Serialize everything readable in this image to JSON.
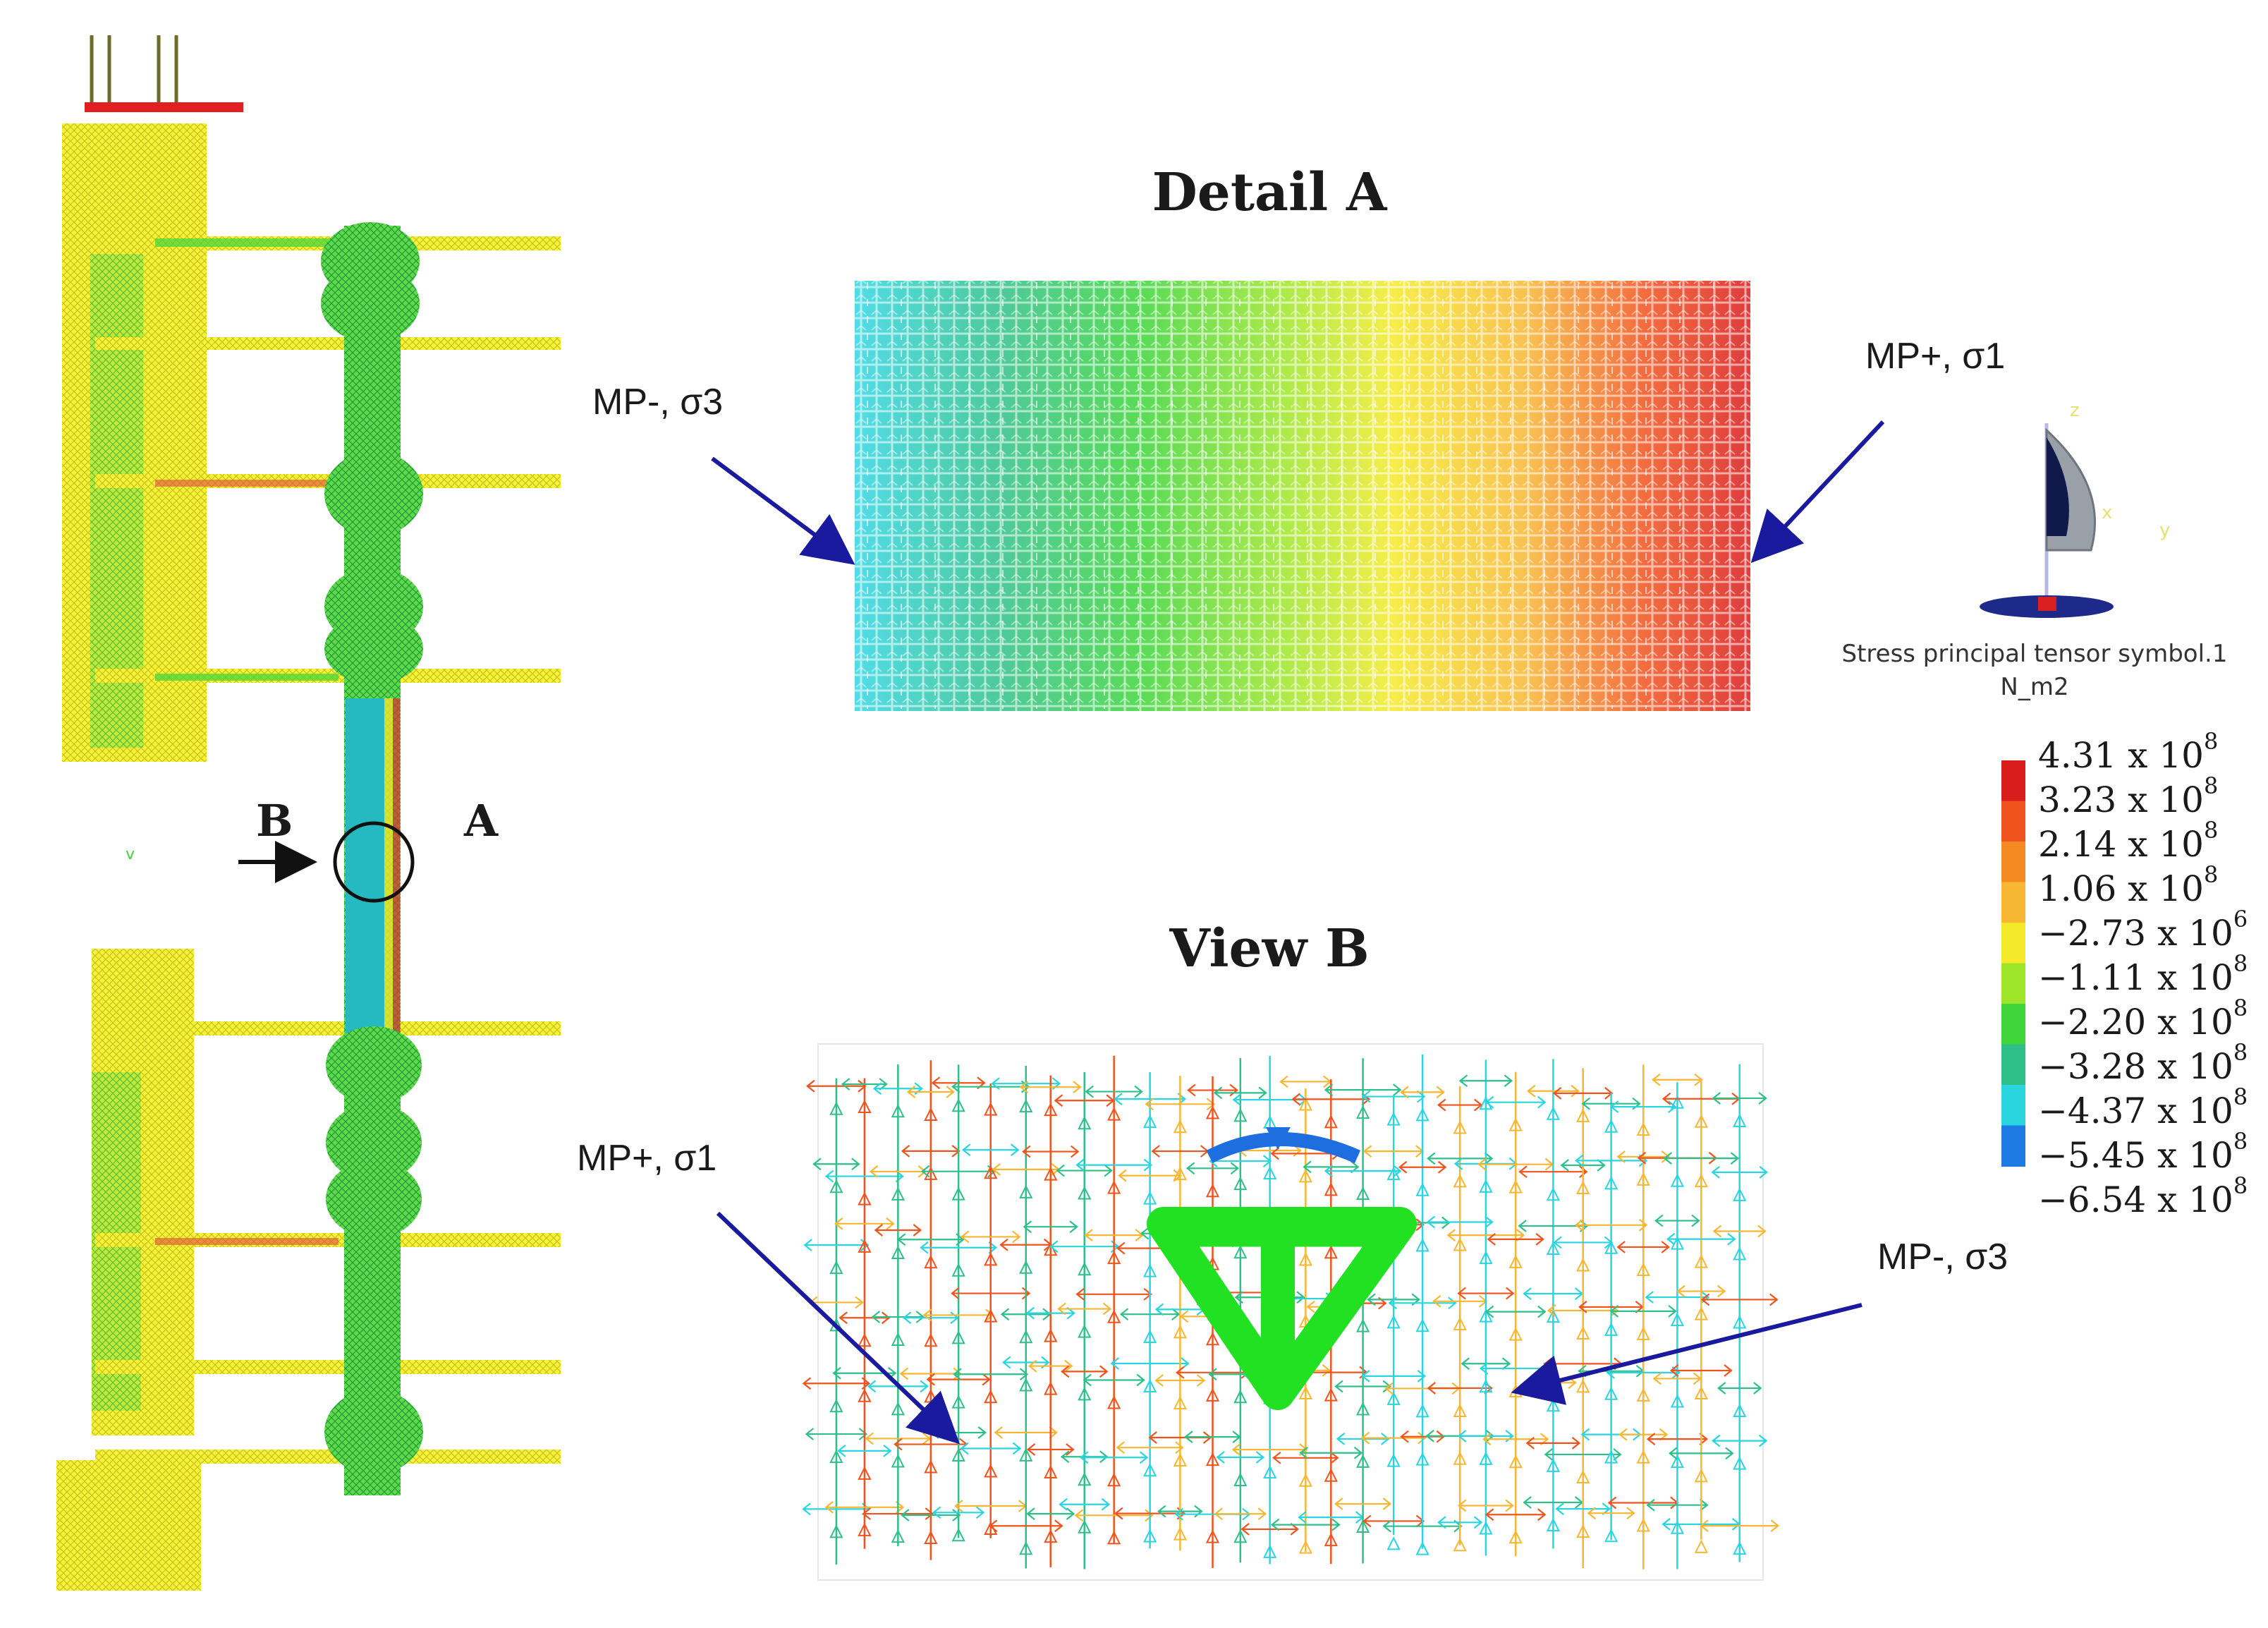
{
  "detail_a": {
    "title": "Detail A",
    "left_label": "MP-, σ3",
    "right_label": "MP+, σ1"
  },
  "view_b": {
    "title": "View B",
    "left_label": "MP+, σ1",
    "right_label": "MP-, σ3"
  },
  "model": {
    "marker_b": "B",
    "marker_a": "A",
    "minor_mark": "v"
  },
  "triad": {
    "axis_z": "z",
    "axis_x": "x",
    "axis_y": "y"
  },
  "legend": {
    "title": "Stress principal tensor symbol.1",
    "unit": "N_m2",
    "entries": [
      {
        "mantissa": "4.31 x 10",
        "exp": "8",
        "color": "#d81b1b"
      },
      {
        "mantissa": "3.23 x 10",
        "exp": "8",
        "color": "#f0541e"
      },
      {
        "mantissa": "2.14 x 10",
        "exp": "8",
        "color": "#f58a22"
      },
      {
        "mantissa": "1.06 x 10",
        "exp": "8",
        "color": "#f7b733"
      },
      {
        "mantissa": "−2.73 x 10",
        "exp": "6",
        "color": "#f4ea2a"
      },
      {
        "mantissa": "−1.11 x 10",
        "exp": "8",
        "color": "#9ee62a"
      },
      {
        "mantissa": "−2.20 x 10",
        "exp": "8",
        "color": "#3ed43a"
      },
      {
        "mantissa": "−3.28 x 10",
        "exp": "8",
        "color": "#2fc08a"
      },
      {
        "mantissa": "−4.37 x 10",
        "exp": "8",
        "color": "#2ad5e0"
      },
      {
        "mantissa": "−5.45 x 10",
        "exp": "8",
        "color": "#1e7be6"
      },
      {
        "mantissa": "−6.54 x 10",
        "exp": "8",
        "color": "#1010c8"
      }
    ]
  },
  "colors": {
    "arrow_blue": "#1a1a9e",
    "model_yellow": "#f3ef2a",
    "model_green": "#3fd23f",
    "model_cyan": "#22b7c8"
  }
}
